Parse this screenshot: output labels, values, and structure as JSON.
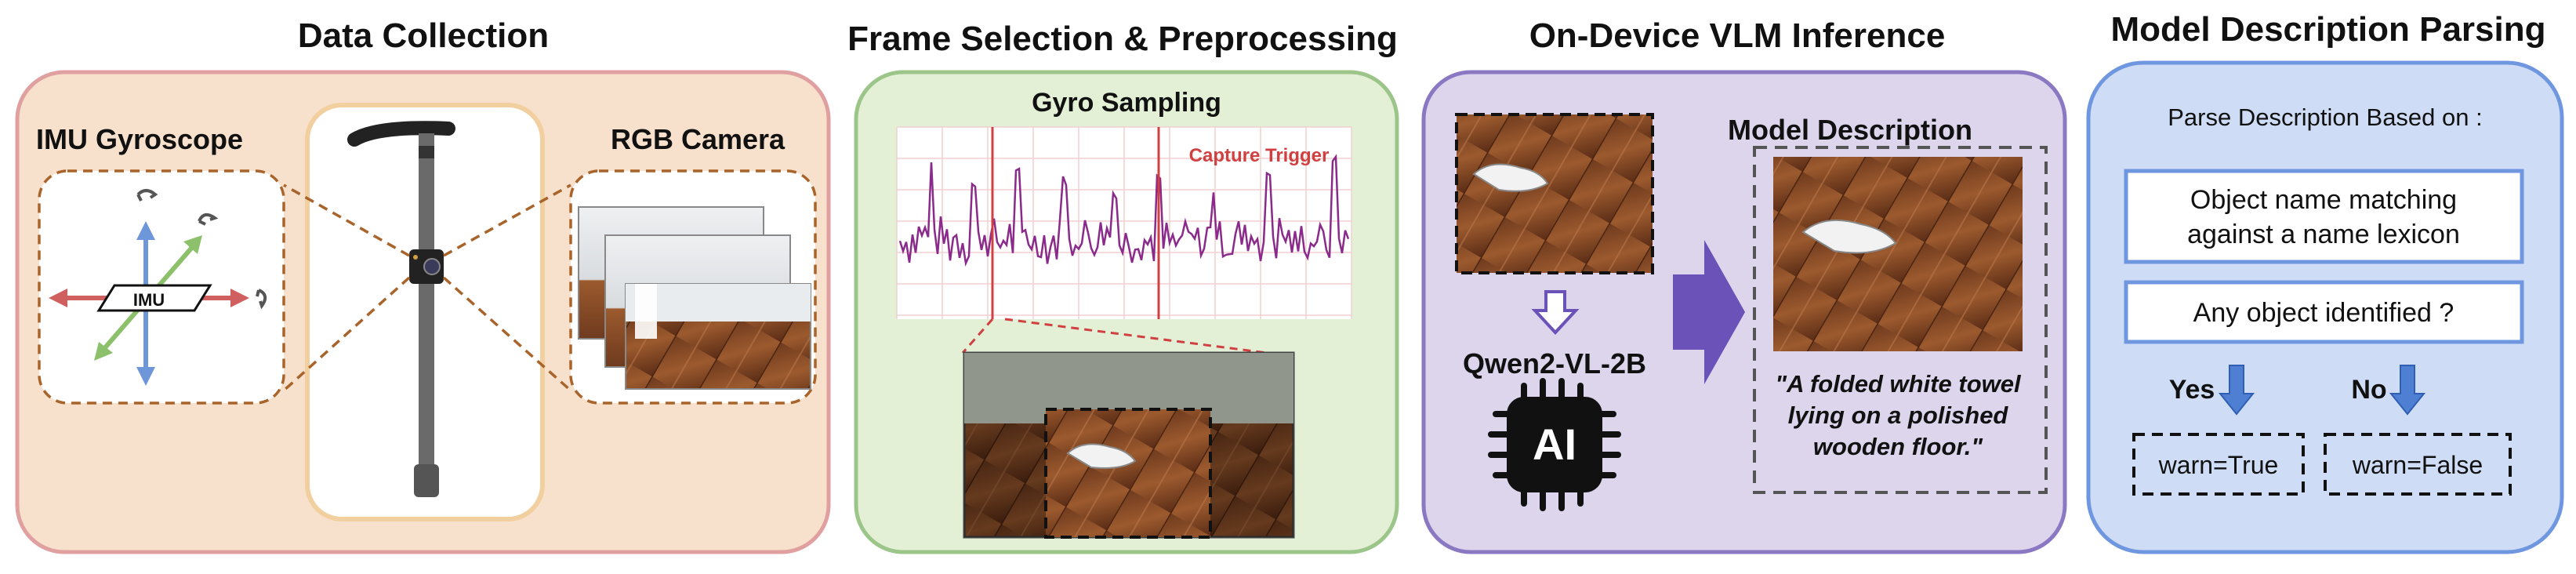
{
  "sections": {
    "collection": {
      "title": "Data Collection",
      "imu_label": "IMU Gyroscope",
      "imu_chip": "IMU",
      "camera_label": "RGB Camera"
    },
    "selection": {
      "title": "Frame Selection & Preprocessing",
      "gyro_label": "Gyro Sampling",
      "trigger_label": "Capture Trigger"
    },
    "inference": {
      "title": "On-Device VLM Inference",
      "model_name": "Qwen2-VL-2B",
      "chip_text": "AI",
      "description_title": "Model Description",
      "description_lines": [
        "\"A folded white towel",
        "lying on a polished",
        "wooden floor.\""
      ]
    },
    "parsing": {
      "title": "Model Description Parsing",
      "parse_label": "Parse Description Based on :",
      "box1_lines": [
        "Object name matching",
        "against a name lexicon"
      ],
      "box2": "Any object identified ?",
      "yes": "Yes",
      "no": "No",
      "warn_true": "warn=True",
      "warn_false": "warn=False"
    }
  },
  "colors": {
    "collection_fill": "#f7e1cc",
    "collection_border": "#e0a0a0",
    "selection_fill": "#e3f0d6",
    "selection_border": "#9cc58a",
    "inference_fill": "#dcd5ec",
    "inference_border": "#8a78c2",
    "parsing_fill": "#cfdcf6",
    "parsing_border": "#6f97e0",
    "gyro_signal": "#8a2a8a",
    "trigger": "#d04040",
    "arrow_blue": "#4f7fd3",
    "arrow_purple": "#6b52b8"
  }
}
